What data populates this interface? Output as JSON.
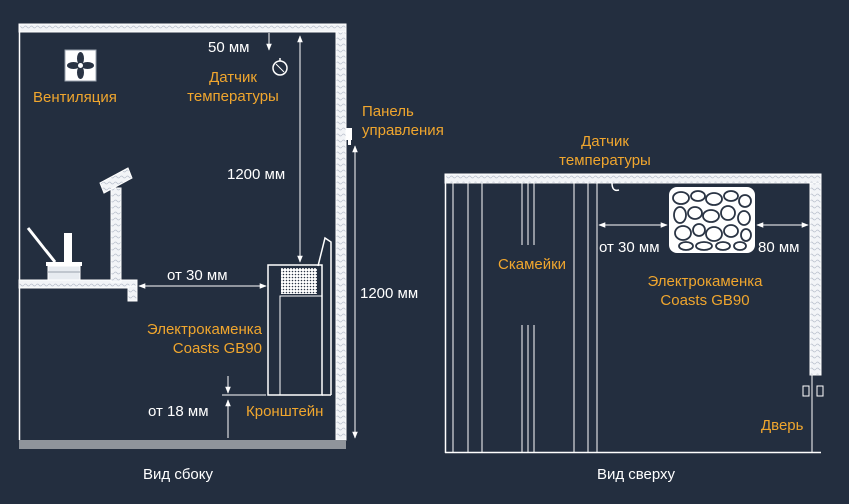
{
  "colors": {
    "background": "#232e3f",
    "accent": "#f0a62e",
    "text": "#ffffff",
    "lines": "#dfe4ec"
  },
  "side_view": {
    "caption": "Вид сбоку",
    "labels": {
      "ventilation": "Вентиляция",
      "sensor_line1": "Датчик",
      "sensor_line2": "температуры",
      "panel_line1": "Панель",
      "panel_line2": "управления",
      "heater_line1": "Электрокаменка",
      "heater_line2": "Coasts GB90",
      "bracket": "Кронштейн"
    },
    "dimensions": {
      "top_gap": "50 мм",
      "sensor_height": "1200 мм",
      "panel_height": "1200 мм",
      "bench_gap": "от 30 мм",
      "floor_gap": "от 18 мм"
    }
  },
  "top_view": {
    "caption": "Вид сверху",
    "labels": {
      "sensor_line1": "Датчик",
      "sensor_line2": "температуры",
      "benches": "Скамейки",
      "heater_line1": "Электрокаменка",
      "heater_line2": "Coasts GB90",
      "door": "Дверь"
    },
    "dimensions": {
      "left_gap": "от 30 мм",
      "right_gap": "80 мм"
    }
  },
  "icons": [
    "fan-icon",
    "temperature-sensor-icon",
    "control-panel-icon",
    "ladle-bucket-icon",
    "heater-stones-icon"
  ]
}
